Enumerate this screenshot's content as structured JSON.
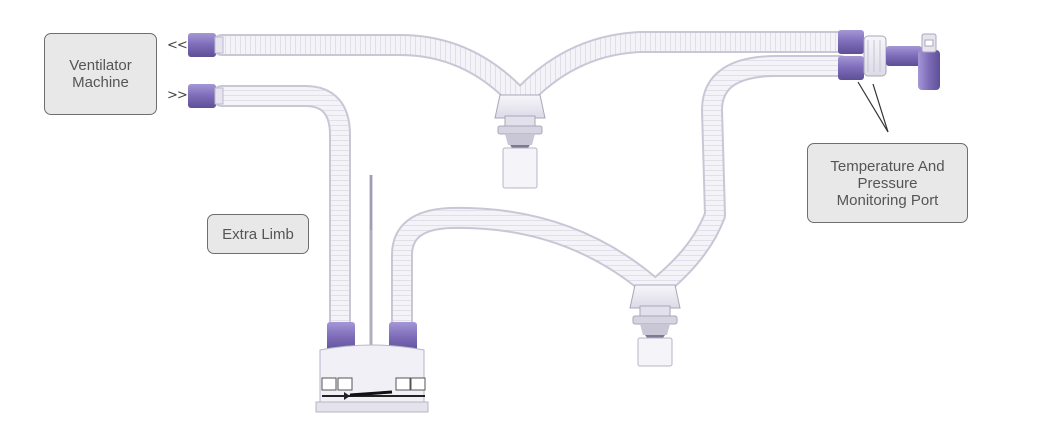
{
  "labels": {
    "ventilator": [
      "Ventilator",
      "Machine"
    ],
    "extra_limb": "Extra Limb",
    "port": [
      "Temperature And",
      "Pressure",
      "Monitoring Port"
    ]
  },
  "markers": {
    "inspiratory": "<<",
    "expiratory": ">>"
  },
  "colors": {
    "connector": "#8e7cc3",
    "connector_dark": "#6a5a9e",
    "tube": "#f2f1f7",
    "tube_stroke": "#c9c7d6",
    "label_bg": "#e8e8e8",
    "label_border": "#6e6e6e"
  }
}
